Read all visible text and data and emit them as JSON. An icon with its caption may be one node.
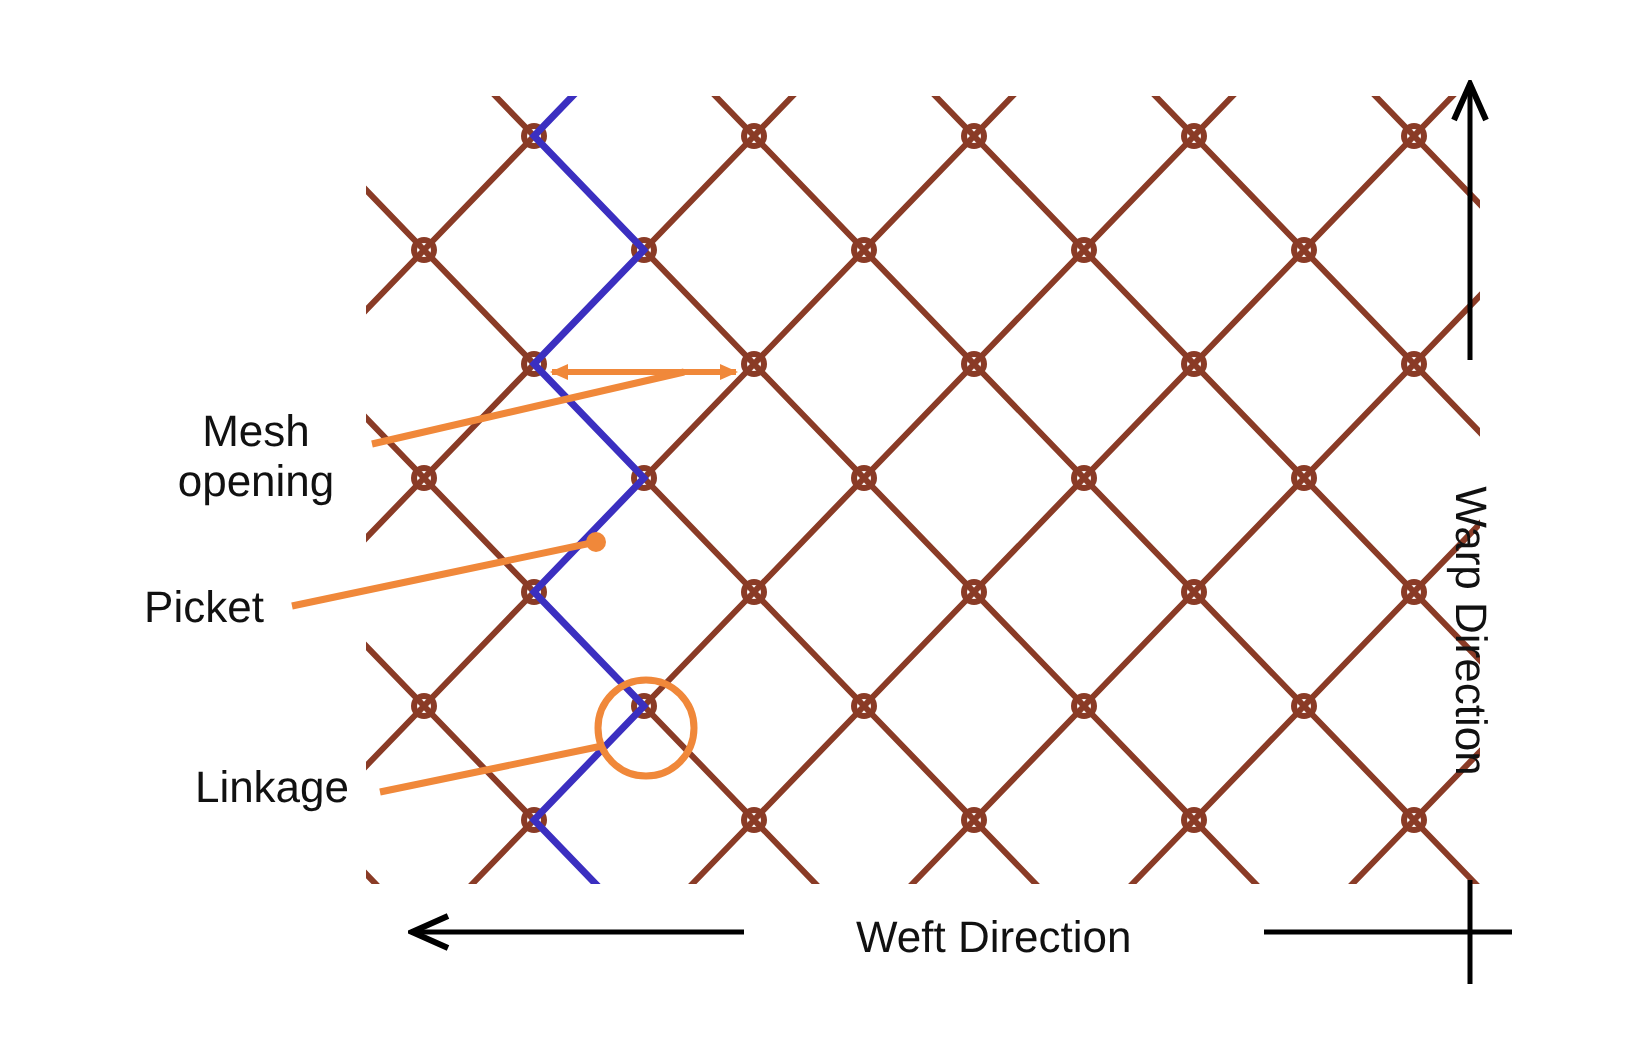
{
  "diagram": {
    "nodes": [
      {
        "text": [
          "Mesh opening"
        ]
      },
      {
        "text": [
          "Picket"
        ]
      },
      {
        "text": [],
        "shape": "picture"
      },
      {
        "text": [
          "Linkage"
        ]
      },
      {
        "text": [],
        "shape": "circle"
      }
    ],
    "edges": [
      {
        "from": 0,
        "to": null,
        "arrow": "none"
      },
      {
        "from": 1,
        "to": 2,
        "arrow": "other"
      },
      {
        "from": 3,
        "to": 4,
        "arrow": "none"
      }
    ],
    "labels": [
      "Warp Direction",
      "Weft Direction"
    ]
  }
}
